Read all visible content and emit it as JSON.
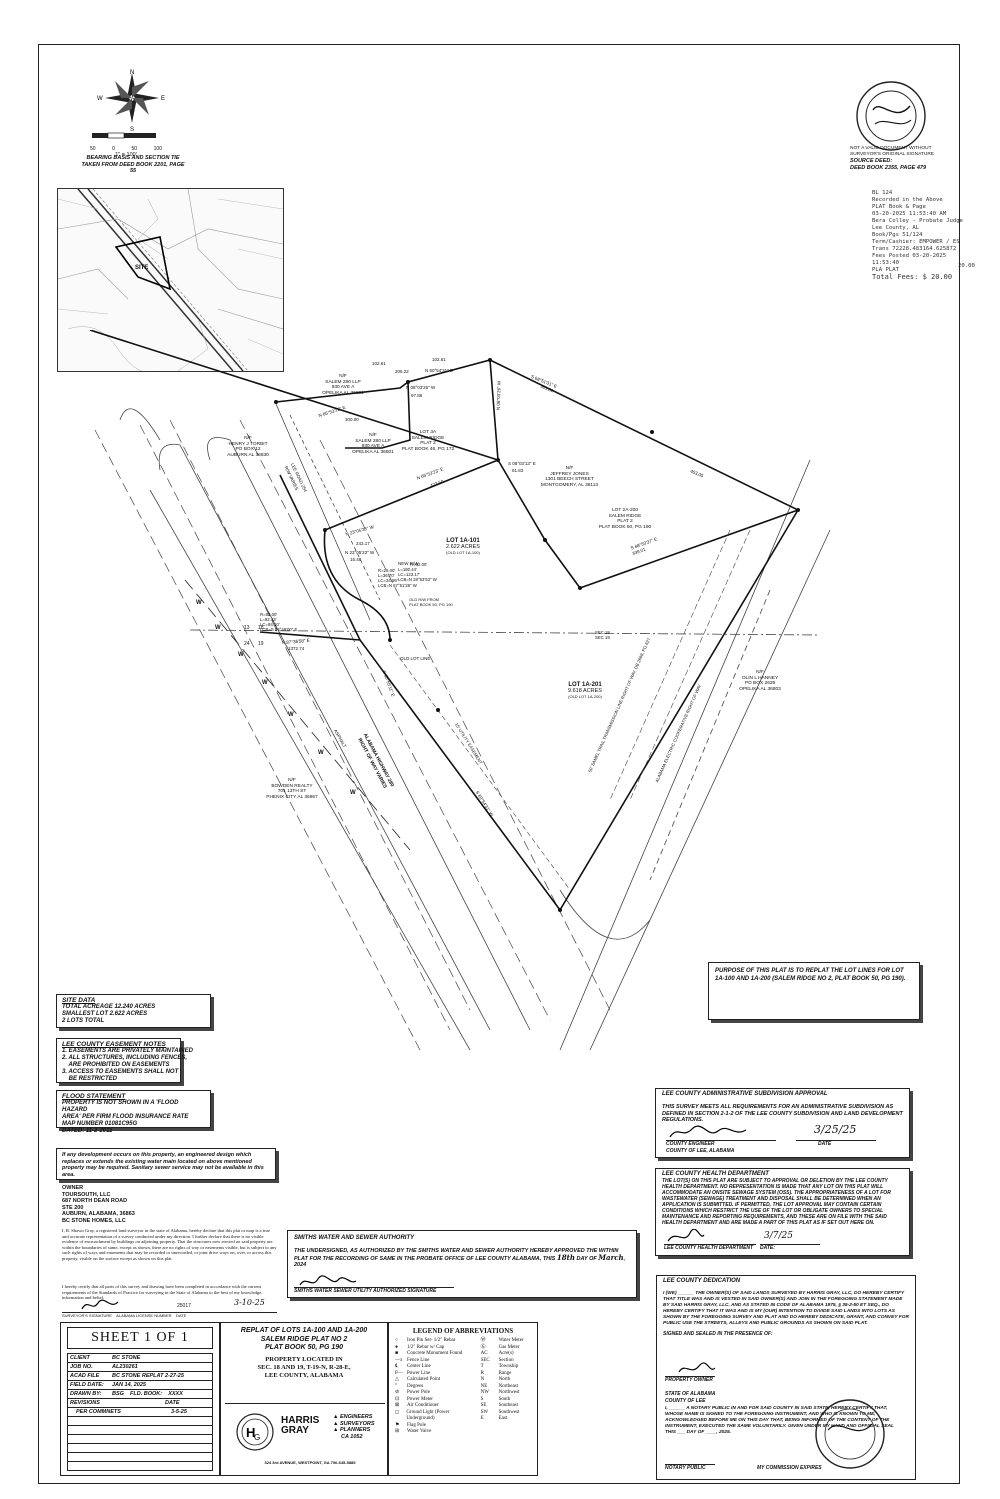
{
  "north_arrow": {
    "n": "N",
    "s": "S",
    "e": "E",
    "w": "W"
  },
  "scale": {
    "ticks": [
      "50",
      "0",
      "50",
      "100"
    ],
    "ratio": "1\" = 100'"
  },
  "bearing_basis": [
    "BEARING BASIS AND SECTION TIE",
    "TAKEN FROM DEED BOOK 2201, PAGE 55"
  ],
  "vicinity": {
    "site_label": "SITE"
  },
  "seal": {
    "not_valid": [
      "NOT A VALID DOCUMENT WITHOUT",
      "SURVEYOR'S ORIGINAL SIGNATURE"
    ],
    "source_deed": [
      "SOURCE DEED:",
      "DEED BOOK 2355, PAGE 479"
    ]
  },
  "probate_stamp": {
    "lines": [
      "BL   124",
      "Recorded in the Above",
      "PLAT  Book & Page",
      "03-20-2025 11:53:40 AM",
      "Bera Colley - Probate Judge",
      "Lee County, AL",
      "",
      "Book/Pgs 51/124",
      "Term/Cashier: EMPOWER / ES",
      "Trans 72228.483164.625872",
      "Fees Posted 03-20-2025 11:53:40",
      "PLA PLAT",
      "Total Fees: $ 20.00"
    ],
    "side_fee": "20.00"
  },
  "parcels": {
    "salem280_top": [
      "N/F",
      "SALEM 280 LLP",
      "930 AVE A",
      "OPELIKA AL 36801"
    ],
    "salem280_mid": [
      "N/F",
      "SALEM 280 LLP",
      "930 AVE A",
      "OPELIKA AL 36801"
    ],
    "lot3a": [
      "LOT 3A",
      "SALEM RIDGE",
      "PLAT 2",
      "PLAT BOOK 46, PG 172"
    ],
    "torbit": [
      "N/F",
      "HENRY J TORBIT",
      "PO BOX 12",
      "AUBURN AL 36830"
    ],
    "jones": [
      "N/F",
      "JEFFREY JONES",
      "1301 BEECH STREET",
      "MONTGOMERY, AL 36113"
    ],
    "lot2a": [
      "LOT 2A-200",
      "SALEM RIDGE",
      "PLAT 2",
      "PLAT BOOK 50, PG 190"
    ],
    "lot1a101": [
      "LOT 1A-101",
      "2.622 ACRES",
      "(OLD LOT 1A-100)"
    ],
    "lot1a201": [
      "LOT 1A-201",
      "9.618 ACRES",
      "(OLD LOT 1A-200)"
    ],
    "hanney": [
      "N/F",
      "OLIN L HANNEY",
      "PO BOX 2639",
      "OPELIKA AL 36803"
    ],
    "bowden": [
      "N/F",
      "BOWDEN REALTY",
      "701 13TH ST",
      "PHENIX CITY AL 36867"
    ]
  },
  "plat_labels": {
    "b1": "N 60°54'31\" E",
    "b2": "N 08°03'26\" W",
    "b3": "N 66°53'23\" E",
    "b4": "N 08°03'26\" W",
    "b5": "S 68°51'01\" E",
    "b6": "N 66°53'23\" E",
    "b7": "S 08°03'13\" E",
    "b8": "N 23°05'35\" W",
    "b9": "N 23°05'23\" W",
    "b10": "S 68°50'37\" E",
    "b11": "S 87°36'58\" E",
    "b12": "S 60°55'11\" E",
    "b13": "S 60°54'31\" W",
    "d1": "102.61",
    "d2": "205.22",
    "d3": "102.61",
    "d4": "97.86",
    "d5": "300.00",
    "d6": "423.50",
    "d7": "61.83",
    "d8": "243.17",
    "d9": "301.61",
    "d10": "403.05",
    "d11": "1372.74",
    "d12": "15.48",
    "d13": "339.01",
    "curve1": [
      "R=62.00'",
      "L=180.44'",
      "LC=123.17'",
      "LCB=N 28°53'53\" W"
    ],
    "curve2": [
      "R=25.00'",
      "L=36.70'",
      "LC=34.99'",
      "LCB=N 67°51'28\" W"
    ],
    "curve3": [
      "R=82.00'",
      "L=92.43'",
      "LC=84.10'",
      "LCB=S 84°49'00\" E"
    ],
    "new_rw": "NEW R/W",
    "old_rw": [
      "OLD R/W FROM",
      "PLAT BOOK 50, PG 190"
    ],
    "old_lot_line": "OLD LOT LINE",
    "sec18": "SEC 18",
    "sec19": "SEC 19",
    "sec_nums": [
      "13",
      "18",
      "24",
      "19"
    ],
    "lee_road": [
      "LEE ROAD 254",
      "R/W VARIES"
    ],
    "hwy280": [
      "ALABAMA HIGHWAY 280",
      "RIGHT OF WAY VARIES"
    ],
    "asphalt": "ASPHALT",
    "utility": "15' UTILITY EASEMENT",
    "transmission": "50' SAMEL TRAIL TRANSMISSION LINE RIGHT OF WAY, DB 2668, PG 627",
    "cooperative": "ALABAMA ELECTRIC COOPERATIVE RIGHT OF WAY",
    "water": "W"
  },
  "purpose": "PURPOSE OF THIS PLAT IS TO REPLAT THE LOT LINES FOR LOT 1A-100 AND 1A-200 (SALEM RIDGE NO 2, PLAT BOOK 50, PG 190).",
  "site_data": {
    "title": "SITE DATA",
    "lines": [
      "TOTAL ACREAGE 12.240 ACRES",
      "SMALLEST LOT 2.622 ACRES",
      "2 LOTS TOTAL"
    ]
  },
  "easement_notes": {
    "title": "LEE COUNTY EASEMENT NOTES",
    "lines": [
      "1. EASEMENTS ARE PRIVATELY MAINTAINED",
      "2. ALL STRUCTURES, INCLUDING FENCES,",
      "    ARE PROHIBITED ON EASEMENTS",
      "3. ACCESS TO EASEMENTS SHALL NOT",
      "    BE RESTRICTED"
    ]
  },
  "flood": {
    "title": "FLOOD STATEMENT",
    "lines": [
      "PROPERTY IS NOT SHOWN IN A 'FLOOD HAZARD",
      "AREA' PER FIRM FLOOD INSURANCE RATE",
      "MAP NUMBER 01081C95G",
      "DATED: 11-2-2011"
    ]
  },
  "development_note": "If any development occurs on this property, an engineered design which replaces or extends the existing water main located on above mentioned property may be required. Sanitary sewer service may not be available in this area.",
  "owner": [
    "OWNER",
    "TOURSOUTH, LLC",
    "687 NORTH DEAN ROAD",
    "STE 200",
    "AUBURN, ALABAMA, 36863",
    "BC STONE HOMES, LLC"
  ],
  "surveyor_cert": "I, B. Shawn Gray, a registered land surveyor in the state of Alabama, hereby declare that this plat or map is a true and accurate representation of a survey conducted under my direction. I further declare that there is no visible evidence of encroachment by buildings on adjoining property. That the structures now erected on said property are within the boundaries of same, except as shown, there are no rights of way or easements visible, but is subject to any such rights of ways and easements that may be recorded or unrecorded, or joint drive ways on, over, or across this property, visible on the surface except as shown on this plat.",
  "surveyor_cert2": "I hereby certify that all parts of this survey and drawing have been completed in accordance with the current requirements of the Standards of Practice for surveying in the State of Alabama to the best of my knowledge, information and belief.",
  "surveyor_sig": {
    "license": "25017",
    "date": "3-10-25",
    "labels": "SURVEYOR'S SIGNATURE    ALABAMA LICENSE NUMBER    DATE"
  },
  "smiths": {
    "title": "SMITHS WATER AND SEWER AUTHORITY",
    "text": "THE UNDERSIGNED, AS AUTHORIZED BY THE SMITHS WATER AND SEWER AUTHORITY HEREBY APPROVED THE WITHIN PLAT FOR THE RECORDING OF SAME IN THE PROBATE OFFICE OF LEE COUNTY ALABAMA, THIS",
    "day": "18th",
    "month": "March",
    "year": "2024",
    "sig_label": "SMITHS WATER SEWER UTILITY AUTHORIZED SIGNATURE"
  },
  "admin_approval": {
    "title": "LEE COUNTY ADMINISTRATIVE SUBDIVISION APPROVAL",
    "text": "THIS SURVEY MEETS ALL REQUIREMENTS FOR AN ADMINISTRATIVE SUBDIVISION AS DEFINED IN SECTION 2-1-2 OF THE LEE COUNTY SUBDIVISION AND LAND DEVELOPMENT REGULATIONS.",
    "sig_label": "COUNTY ENGINEER",
    "sig_label2": "COUNTY OF LEE, ALABAMA",
    "date_label": "DATE",
    "date": "3/25/25"
  },
  "health": {
    "title": "LEE COUNTY HEALTH DEPARTMENT",
    "text": "THE LOT(S) ON THIS PLAT ARE SUBJECT TO APPROVAL OR DELETION BY THE LEE COUNTY HEALTH DEPARTMENT. NO REPRESENTATION IS MADE THAT ANY LOT ON THIS PLAT WILL ACCOMMODATE AN ONSITE SEWAGE SYSTEM (OSS). THE APPROPRIATENESS OF A LOT FOR WASTEWATER (SEWAGE) TREATMENT AND DISPOSAL SHALL BE DETERMINED WHEN AN APPLICATION IS SUBMITTED. IF PERMITTED, THE LOT APPROVAL MAY CONTAIN CERTAIN CONDITIONS WHICH RESTRICT THE USE OF THE LOT OR OBLIGATE OWNERS TO SPECIAL MAINTENANCE AND REPORTING REQUIREMENTS, AND THESE ARE ON FILE WITH THE SAID HEALTH DEPARTMENT AND ARE MADE A PART OF THIS PLAT AS IF SET OUT HERE ON.",
    "sig_label": "LEE COUNTY HEALTH DEPARTMENT",
    "date_label": "DATE:",
    "date": "3/7/25"
  },
  "dedication": {
    "title": "LEE COUNTY DEDICATION",
    "text1": "I (WE) ______ THE OWNER(S) OF SAID LANDS SURVEYED BY HARRIS GRAY, LLC, DO HEREBY CERTIFY THAT TITLE WAS AND IS VESTED IN SAID OWNER(S) AND JOIN IN THE FOREGOING STATEMENT MADE BY SAID HARRIS GRAY, LLC. AND AS STATED IN CODE OF ALABAMA 1975, § 35-2-50 ET SEQ., DO HEREBY CERTIFY THAT IT WAS AND IS MY (OUR) INTENTION TO DIVIDE SAID LANDS INTO LOTS AS SHOWN BY THE FOREGOING SURVEY AND PLAT AND DO HEREBY DEDICATE, GRANT, AND CONVEY FOR PUBLIC USE THE STREETS, ALLEYS AND PUBLIC GROUNDS AS SHOWN ON SAID PLAT.",
    "signed": "SIGNED AND SEALED IN THE PRESENCE OF:",
    "owner_label": "PROPERTY OWNER",
    "state": "STATE OF ALABAMA",
    "county": "COUNTY OF LEE",
    "text2": "I, ______ A NOTARY PUBLIC IN AND FOR SAID COUNTY IN SAID STATE, HEREBY CERTIFY THAT, WHOSE NAME IS SIGNED TO THE FOREGOING INSTRUMENT, AND WHO IS KNOWN TO ME, ACKNOWLEDGED BEFORE ME ON THIS DAY THAT, BEING INFORMED OF THE CONTENT OF THE INSTRUMENT, EXECUTED THE SAME VOLUNTARILY. GIVEN UNDER MY HAND AND OFFICIAL SEAL THIS ___ DAY OF ____, 2025.",
    "notary": "NOTARY PUBLIC",
    "commission": "MY COMMISSION EXPIRES"
  },
  "titleblock": {
    "sheet": "SHEET  1  OF  1",
    "rows": [
      [
        "CLIENT",
        "BC STONE"
      ],
      [
        "JOB NO.",
        "AL230261"
      ],
      [
        "ACAD FILE",
        "BC STONE REPLAT 2-27-25"
      ],
      [
        "FIELD DATE:",
        "JAN 14, 2025"
      ],
      [
        "DRAWN BY:",
        "BSG    FLD. BOOK:    XXXX"
      ],
      [
        "REVISIONS",
        "DATE"
      ],
      [
        "PER COMMNETS",
        "3-5-25"
      ]
    ],
    "title": [
      "REPLAT OF LOTS 1A-100 AND 1A-200",
      "SALEM RIDGE PLAT NO 2",
      "PLAT BOOK 50, PG 190"
    ],
    "located": [
      "PROPERTY LOCATED IN",
      "SEC. 18 AND 19, T-19-N, R-28-E,",
      "LEE COUNTY, ALABAMA"
    ],
    "firm": [
      "HARRIS",
      "GRAY"
    ],
    "services": [
      "ENGINEERS",
      "SURVEYORS",
      "PLANNERS",
      "CA 1052"
    ],
    "address": "324 3rd AVENUE, WESTPOINT, GA 706-645-5885",
    "legend_title": "LEGEND OF ABBREVIATIONS",
    "legend_left": [
      "Iron Pin Set- 1/2\" Rebar",
      "1/2\" Rebar w/ Cap",
      "Concrete Monument Found",
      "Fence Line",
      "Center Line",
      "Power Line",
      "Calculated Point",
      "Degrees",
      "Power Pole",
      "Power Meter",
      "Air Conditioner",
      "Ground Light (Power Underground)",
      "Flag Pole",
      "Water Valve"
    ],
    "legend_right": [
      [
        "",
        "Water Meter"
      ],
      [
        "",
        "Gas Meter"
      ],
      [
        "AC",
        "Acre(s)"
      ],
      [
        "SEC",
        "Section"
      ],
      [
        "T",
        "Township"
      ],
      [
        "R",
        "Range"
      ],
      [
        "N",
        "North"
      ],
      [
        "NE",
        "Northeast"
      ],
      [
        "NW",
        "Northwest"
      ],
      [
        "S",
        "South"
      ],
      [
        "SE",
        "Southeast"
      ],
      [
        "SW",
        "Southwest"
      ],
      [
        "E",
        "East"
      ]
    ]
  }
}
